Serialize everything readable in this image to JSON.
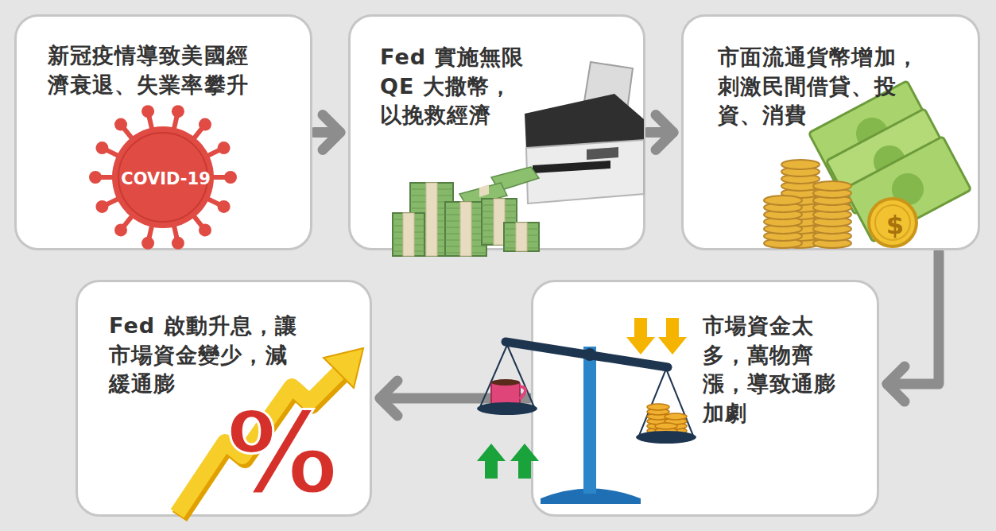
{
  "diagram": {
    "nodes": [
      {
        "text": [
          "新冠疫情導致美國經 濟衰退、失業率攀升"
        ]
      },
      {
        "text": [
          "Fed 實施無限 QE 大撒幣， 以挽救經濟"
        ]
      },
      {
        "text": [
          "市面流通貨幣增加， 刺激民間借貸、投 資、消費"
        ]
      },
      {
        "text": [
          "市場資金太 多，萬物齊 漲，導致通膨 加劇"
        ]
      },
      {
        "text": [
          "Fed 啟動升息，讓 市場資金變少，減 緩通膨"
        ]
      }
    ],
    "edges": [
      {
        "from": 0,
        "to": 1,
        "arrow": "to"
      },
      {
        "from": 1,
        "to": 2,
        "arrow": "to"
      },
      {
        "from": 2,
        "to": 3,
        "arrow": "to"
      },
      {
        "from": 3,
        "to": 4,
        "arrow": "to"
      }
    ],
    "labels": [
      "COVID-19",
      "$",
      "%"
    ]
  }
}
